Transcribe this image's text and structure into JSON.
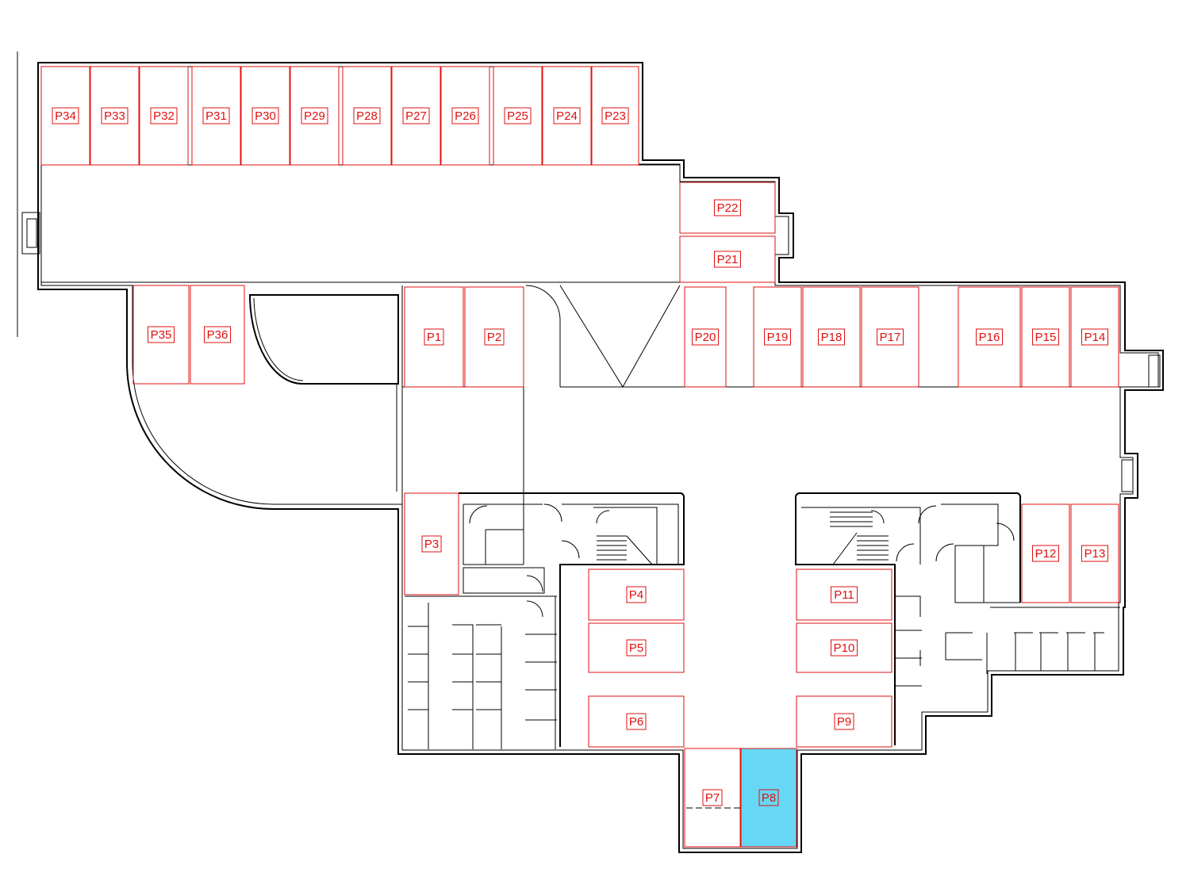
{
  "colors": {
    "wall": "#000000",
    "slot_outline": "#e01010",
    "selected_fill": "#66d8f5",
    "background": "#ffffff"
  },
  "selected_slot": "P8",
  "parking_slots": [
    {
      "id": "P1",
      "label": "P1"
    },
    {
      "id": "P2",
      "label": "P2"
    },
    {
      "id": "P3",
      "label": "P3"
    },
    {
      "id": "P4",
      "label": "P4"
    },
    {
      "id": "P5",
      "label": "P5"
    },
    {
      "id": "P6",
      "label": "P6"
    },
    {
      "id": "P7",
      "label": "P7"
    },
    {
      "id": "P8",
      "label": "P8"
    },
    {
      "id": "P9",
      "label": "P9"
    },
    {
      "id": "P10",
      "label": "P10"
    },
    {
      "id": "P11",
      "label": "P11"
    },
    {
      "id": "P12",
      "label": "P12"
    },
    {
      "id": "P13",
      "label": "P13"
    },
    {
      "id": "P14",
      "label": "P14"
    },
    {
      "id": "P15",
      "label": "P15"
    },
    {
      "id": "P16",
      "label": "P16"
    },
    {
      "id": "P17",
      "label": "P17"
    },
    {
      "id": "P18",
      "label": "P18"
    },
    {
      "id": "P19",
      "label": "P19"
    },
    {
      "id": "P20",
      "label": "P20"
    },
    {
      "id": "P21",
      "label": "P21"
    },
    {
      "id": "P22",
      "label": "P22"
    },
    {
      "id": "P23",
      "label": "P23"
    },
    {
      "id": "P24",
      "label": "P24"
    },
    {
      "id": "P25",
      "label": "P25"
    },
    {
      "id": "P26",
      "label": "P26"
    },
    {
      "id": "P27",
      "label": "P27"
    },
    {
      "id": "P28",
      "label": "P28"
    },
    {
      "id": "P29",
      "label": "P29"
    },
    {
      "id": "P30",
      "label": "P30"
    },
    {
      "id": "P31",
      "label": "P31"
    },
    {
      "id": "P32",
      "label": "P32"
    },
    {
      "id": "P33",
      "label": "P33"
    },
    {
      "id": "P34",
      "label": "P34"
    },
    {
      "id": "P35",
      "label": "P35"
    },
    {
      "id": "P36",
      "label": "P36"
    }
  ]
}
